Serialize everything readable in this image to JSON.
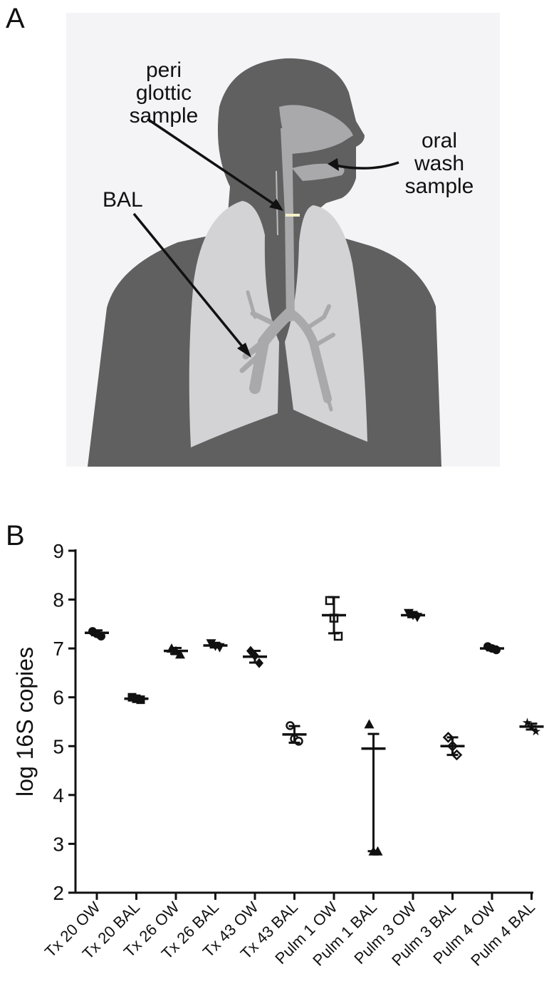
{
  "panel_a": {
    "letter": "A",
    "label_periglottic": [
      "peri",
      "glottic",
      "sample"
    ],
    "label_oral_wash": [
      "oral",
      "wash",
      "sample"
    ],
    "label_bal": "BAL",
    "colors": {
      "background": "#f4f4f6",
      "body": "#606060",
      "lung": "#d3d3d6",
      "airway": "#a9a9ab"
    }
  },
  "panel_b": {
    "letter": "B"
  },
  "chart_data": {
    "type": "scatter",
    "ylabel": "log 16S copies",
    "xlabel": "",
    "ylim": [
      2,
      9
    ],
    "yticks": [
      2,
      3,
      4,
      5,
      6,
      7,
      8,
      9
    ],
    "grid": false,
    "categories": [
      "Tx 20 OW",
      "Tx 20 BAL",
      "Tx 26 OW",
      "Tx 26 BAL",
      "Tx 43 OW",
      "Tx 43 BAL",
      "Pulm 1 OW",
      "Pulm 1 BAL",
      "Pulm 3 OW",
      "Pulm 3 BAL",
      "Pulm 4 OW",
      "Pulm 4 BAL"
    ],
    "groups": [
      {
        "category": "Tx 20 OW",
        "marker": "circle",
        "points": [
          7.35,
          7.3,
          7.25
        ],
        "mean": 7.32,
        "sd": 0.05
      },
      {
        "category": "Tx 20 BAL",
        "marker": "square",
        "points": [
          6.0,
          5.97,
          5.95
        ],
        "mean": 5.97,
        "sd": 0.03
      },
      {
        "category": "Tx 26 OW",
        "marker": "triangle",
        "points": [
          7.0,
          6.95,
          6.88
        ],
        "mean": 6.95,
        "sd": 0.06
      },
      {
        "category": "Tx 26 BAL",
        "marker": "triangle-down",
        "points": [
          7.1,
          7.05,
          7.02
        ],
        "mean": 7.06,
        "sd": 0.04
      },
      {
        "category": "Tx 43 OW",
        "marker": "diamond",
        "points": [
          6.95,
          6.85,
          6.7
        ],
        "mean": 6.83,
        "sd": 0.12
      },
      {
        "category": "Tx 43 BAL",
        "marker": "open-circle",
        "points": [
          5.42,
          5.15,
          5.1
        ],
        "mean": 5.24,
        "sd": 0.17
      },
      {
        "category": "Pulm 1 OW",
        "marker": "open-square",
        "points": [
          7.98,
          7.62,
          7.25
        ],
        "mean": 7.68,
        "sd": 0.37
      },
      {
        "category": "Pulm 1 BAL",
        "marker": "triangle",
        "points": [
          5.45,
          2.85,
          2.85
        ],
        "mean": 4.95,
        "sd": 0.3
      },
      {
        "category": "Pulm 3 OW",
        "marker": "triangle-down",
        "points": [
          7.72,
          7.68,
          7.64
        ],
        "mean": 7.68,
        "sd": 0.04
      },
      {
        "category": "Pulm 3 BAL",
        "marker": "open-diamond",
        "points": [
          5.18,
          5.0,
          4.82
        ],
        "mean": 5.0,
        "sd": 0.18
      },
      {
        "category": "Pulm 4 OW",
        "marker": "circle",
        "points": [
          7.04,
          7.0,
          6.97
        ],
        "mean": 7.0,
        "sd": 0.04
      },
      {
        "category": "Pulm 4 BAL",
        "marker": "star",
        "points": [
          5.48,
          5.4,
          5.3
        ],
        "mean": 5.4,
        "sd": 0.06
      }
    ],
    "pulm1_bal_errorbar": [
      2.85,
      5.25
    ]
  }
}
